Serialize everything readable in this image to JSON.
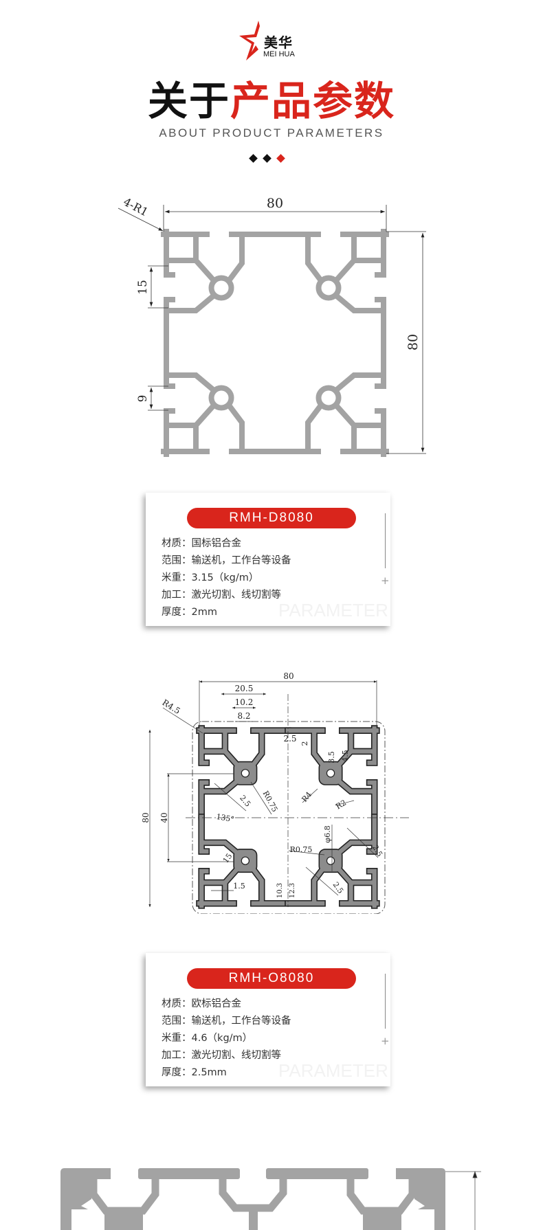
{
  "logo": {
    "name_cn": "美华",
    "name_en": "MEI HUA"
  },
  "header": {
    "title_black": "关于",
    "title_red": "产品参数",
    "subtitle": "ABOUT PRODUCT PARAMETERS"
  },
  "colors": {
    "accent": "#d9251c",
    "profile": "#a3a3a3",
    "text": "#333333"
  },
  "drawing1": {
    "width": "80",
    "height": "80",
    "radius": "4-R1",
    "slot_spacing": "15",
    "slot_width": "9"
  },
  "card1": {
    "model": "RMH-D8080",
    "rows": [
      "材质：国标铝合金",
      "范围：输送机，工作台等设备",
      "米重：3.15（kg/m）",
      "加工：激光切割、线切割等",
      "厚度：2mm"
    ],
    "watermark": "PARAMETER",
    "plus": "+"
  },
  "drawing2": {
    "labels": [
      "80",
      "20.5",
      "10.2",
      "8.2",
      "R4.5",
      "2.5",
      "2",
      "3.5",
      "4.5",
      "80",
      "40",
      "R0.75",
      "2.5",
      "R4",
      "R2",
      "135°",
      "R0.75",
      "φ6.8",
      "15",
      "1.5",
      "10.3",
      "12.3",
      "2.5",
      "2.5"
    ]
  },
  "card2": {
    "model": "RMH-O8080",
    "rows": [
      "材质：欧标铝合金",
      "范围：输送机，工作台等设备",
      "米重：4.6（kg/m）",
      "加工：激光切割、线切割等",
      "厚度：2.5mm"
    ],
    "watermark": "PARAMETER",
    "plus": "+"
  }
}
